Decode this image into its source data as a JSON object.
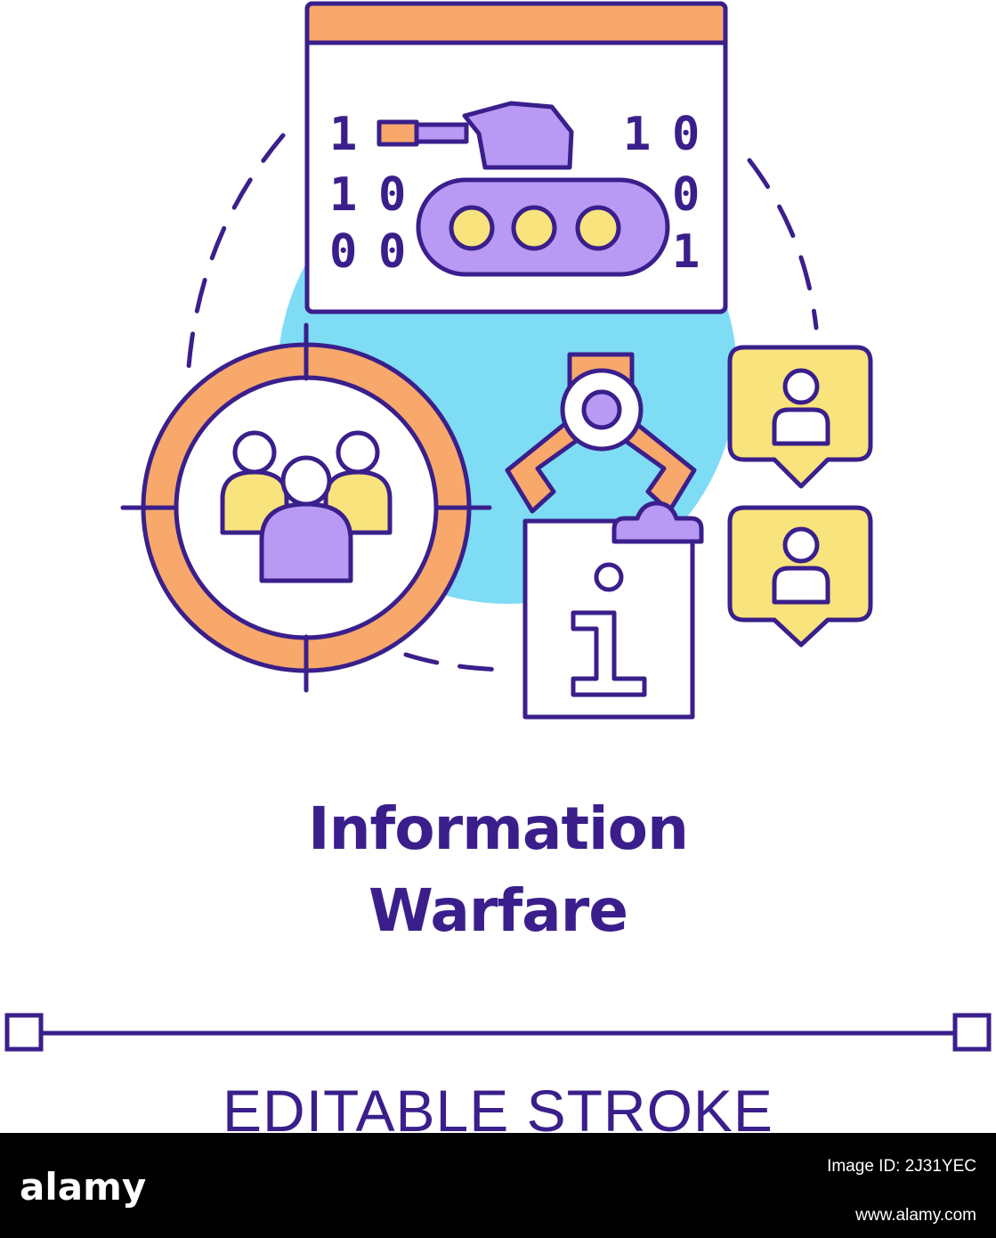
{
  "title": {
    "line1": "Information",
    "line2": "Warfare"
  },
  "editable_label": "EDITABLE STROKE",
  "binary": {
    "left": [
      [
        "1"
      ],
      [
        "1",
        "0"
      ],
      [
        "0",
        "0"
      ]
    ],
    "right": [
      [
        "1",
        "0"
      ],
      [
        "0"
      ],
      [
        "1"
      ]
    ]
  },
  "info_glyph": "i",
  "watermark": {
    "logo": "alamy",
    "image_id_label": "Image ID: 2J31YEC",
    "site": "www.alamy.com"
  },
  "colors": {
    "outline": "#3a1f8c",
    "orange": "#f7a86a",
    "yellow": "#f9e37c",
    "purple": "#b89af5",
    "blue": "#7fdcf5",
    "text": "#3a1f8c"
  }
}
